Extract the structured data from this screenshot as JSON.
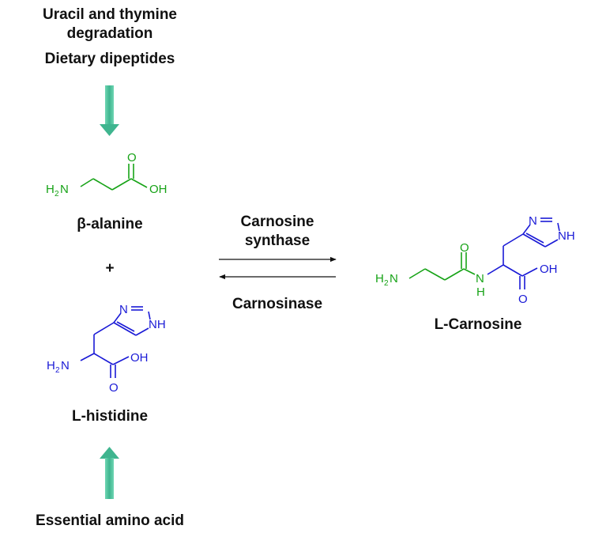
{
  "sources": {
    "top_line1": "Uracil and thymine",
    "top_line2": "degradation",
    "top_line3": "Dietary dipeptides",
    "bottom": "Essential amino acid"
  },
  "compounds": {
    "beta_alanine": "β-alanine",
    "plus": "+",
    "l_histidine": "L-histidine",
    "l_carnosine": "L-Carnosine"
  },
  "reaction": {
    "forward_line1": "Carnosine",
    "forward_line2": "synthase",
    "reverse": "Carnosinase"
  },
  "atoms": {
    "h": "H",
    "n": "N",
    "two": "2",
    "o": "O",
    "oh": "OH",
    "nh": "NH"
  },
  "colors": {
    "beta_alanine": "#17a317",
    "histidine": "#1a1ad6",
    "arrow": "#4fc3a1"
  }
}
